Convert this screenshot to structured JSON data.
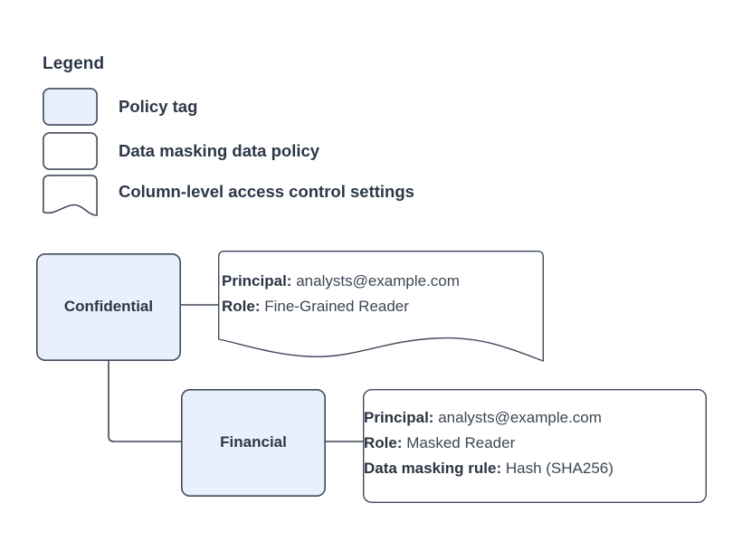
{
  "legend": {
    "title": "Legend",
    "items": [
      {
        "shape": "policy-tag-swatch",
        "label": "Policy tag",
        "fill": "#e9f0fb"
      },
      {
        "shape": "data-policy-swatch",
        "label": "Data masking data policy",
        "fill": "#ffffff"
      },
      {
        "shape": "access-settings-swatch",
        "label": "Column-level access control settings",
        "fill": "#ffffff"
      }
    ]
  },
  "diagram": {
    "nodes": [
      {
        "id": "confidential",
        "label": "Confidential"
      },
      {
        "id": "financial",
        "label": "Financial"
      }
    ],
    "callouts": [
      {
        "id": "confidential-access",
        "kind": "column-level-access-control-settings",
        "lines": [
          {
            "key": "Principal:",
            "value": "analysts@example.com"
          },
          {
            "key": "Role:",
            "value": "Fine-Grained Reader"
          }
        ]
      },
      {
        "id": "financial-policy",
        "kind": "data-masking-data-policy",
        "lines": [
          {
            "key": "Principal:",
            "value": "analysts@example.com"
          },
          {
            "key": "Role:",
            "value": "Masked Reader"
          },
          {
            "key": "Data masking rule:",
            "value": "Hash (SHA256)"
          }
        ]
      }
    ]
  },
  "colors": {
    "tag_fill": "#e9f0fb",
    "stroke": "#404a5c",
    "text": "#2d3748",
    "background": "#ffffff"
  }
}
